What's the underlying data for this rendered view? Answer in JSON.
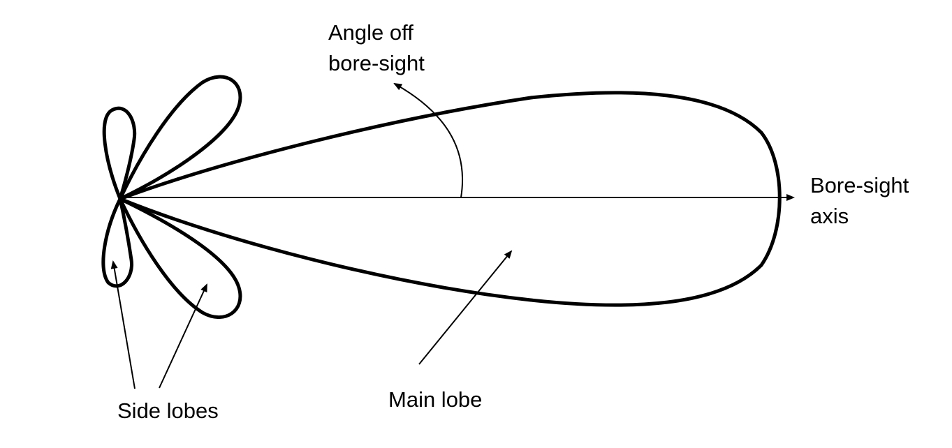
{
  "labels": {
    "angle_line1": "Angle off",
    "angle_line2": "bore-sight",
    "axis_line1": "Bore-sight",
    "axis_line2": "axis",
    "main_lobe": "Main lobe",
    "side_lobes": "Side lobes"
  },
  "colors": {
    "stroke": "#000000",
    "background": "#ffffff"
  }
}
